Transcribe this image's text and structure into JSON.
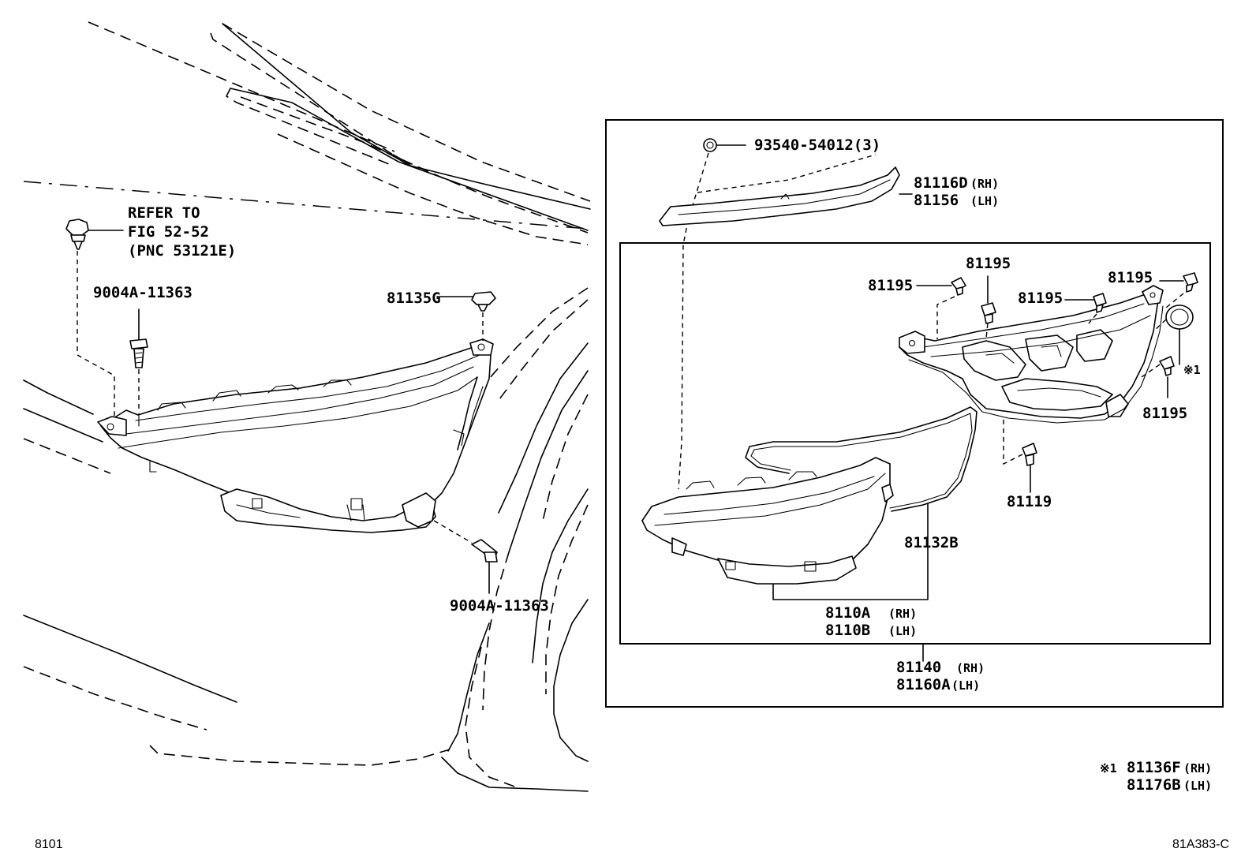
{
  "diagram": {
    "labels": {
      "refer_line1": "REFER TO",
      "refer_line2": "FIG 52-52",
      "refer_line3": "(PNC 53121E)",
      "bolt_upper": "9004A-11363",
      "bolt_lower": "9004A-11363",
      "clip_81135g": "81135G",
      "bulb_code": "93540-54012(3)",
      "trim_rh_code": "81116D",
      "trim_rh_side": "(RH)",
      "trim_lh_code": "81156",
      "trim_lh_side": "(LH)",
      "screw_a": "81195",
      "screw_b": "81195",
      "screw_c": "81195",
      "screw_d": "81195",
      "screw_e": "81195",
      "screw_81119": "81119",
      "gasket": "81132B",
      "lens_rh_code": "8110A",
      "lens_rh_side": "(RH)",
      "lens_lh_code": "8110B",
      "lens_lh_side": "(LH)",
      "assy_rh_code": "81140",
      "assy_rh_side": "(RH)",
      "assy_lh_code": "81160A",
      "assy_lh_side": "(LH)",
      "note_mark_inline": "※1",
      "note_mark": "※1",
      "note_rh_code": "81136F",
      "note_rh_side": "(RH)",
      "note_lh_code": "81176B",
      "note_lh_side": "(LH)"
    },
    "footer": {
      "left": "8101",
      "right": "81A383-C"
    }
  }
}
